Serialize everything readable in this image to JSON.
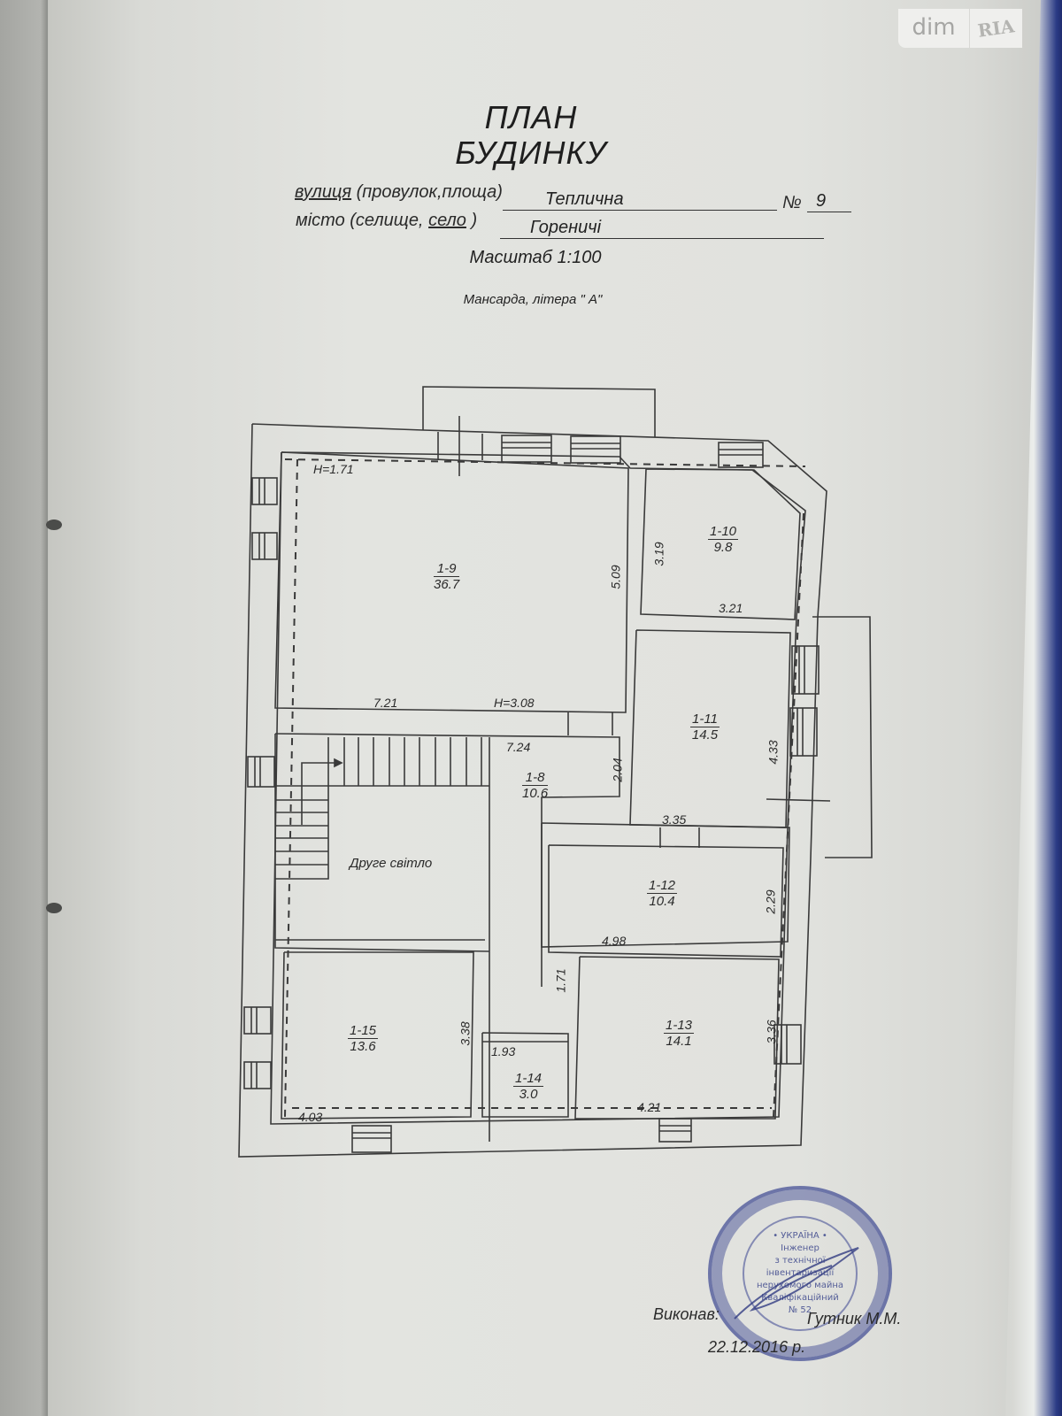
{
  "watermark": {
    "left": "dim",
    "right": "RIA"
  },
  "header": {
    "title_line1": "ПЛАН",
    "title_line2": "БУДИНКУ",
    "street_label_underlined": "вулиця",
    "street_label_rest": " (провулок,площа)",
    "street_value": "Теплична",
    "number_label": "№",
    "number_value": "9",
    "city_label_prefix": "місто (селище, ",
    "city_label_underlined": "село",
    "city_label_suffix": " )",
    "city_value": "Гореничі",
    "scale": "Масштаб 1:100",
    "floor": "Мансарда, літера \" А\""
  },
  "plan": {
    "rooms": [
      {
        "id": "1-9",
        "area": "36.7"
      },
      {
        "id": "1-10",
        "area": "9.8"
      },
      {
        "id": "1-11",
        "area": "14.5"
      },
      {
        "id": "1-8",
        "area": "10.6"
      },
      {
        "id": "1-12",
        "area": "10.4"
      },
      {
        "id": "1-13",
        "area": "14.1"
      },
      {
        "id": "1-14",
        "area": "3.0"
      },
      {
        "id": "1-15",
        "area": "13.6"
      }
    ],
    "second_light": "Друге світло",
    "dimensions": {
      "h_top": "Н=1.71",
      "r19_width": "7.21",
      "r19_height_mark": "Н=3.08",
      "r19_depth": "5.09",
      "r110_depth": "3.19",
      "r110_width": "3.21",
      "r111_depth": "4.33",
      "r111_width": "3.35",
      "r18_width": "7.24",
      "r18_depth": "2.04",
      "r112_depth": "2.29",
      "r112_width": "4.98",
      "corridor_depth": "1.71",
      "r115_depth": "3.38",
      "r115_width": "4.03",
      "r114_width": "1.93",
      "r113_depth": "3.36",
      "r113_width": "4.21"
    }
  },
  "footer": {
    "executed_label": "Виконав:",
    "executor": "Гутник М.М.",
    "date": "22.12.2016 р.",
    "stamp_lines": [
      "• УКРАЇНА •",
      "Інженер",
      "з технічної інвентаризації",
      "нерухомого майна",
      "Кваліфікаційний",
      "№ 52"
    ]
  }
}
